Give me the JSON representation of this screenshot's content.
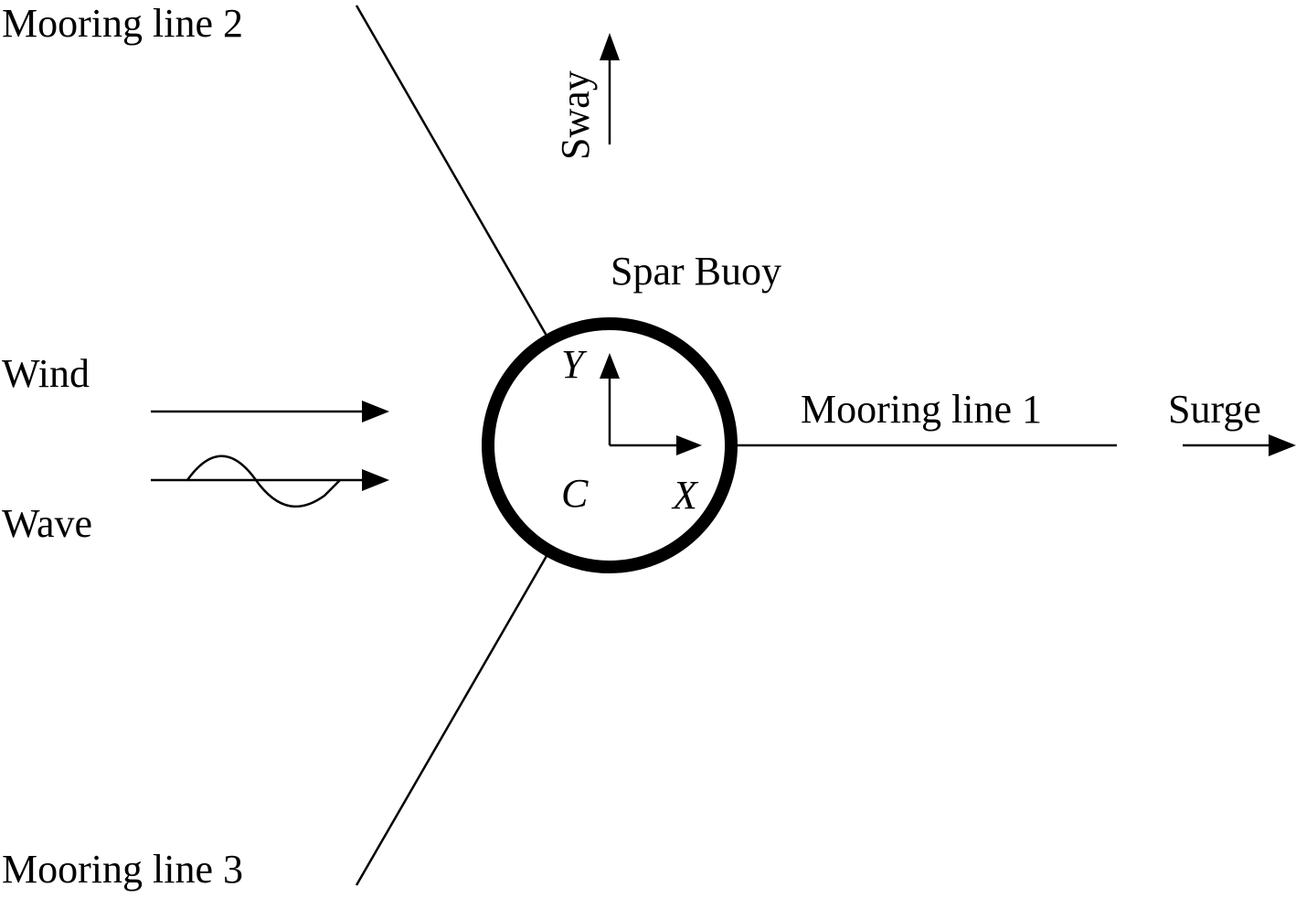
{
  "labels": {
    "mooring_line_1": "Mooring line 1",
    "mooring_line_2": "Mooring line 2",
    "mooring_line_3": "Mooring line 3",
    "spar_buoy": "Spar Buoy",
    "wind": "Wind",
    "wave": "Wave",
    "sway": "Sway",
    "surge": "Surge",
    "axis_x": "X",
    "axis_y": "Y",
    "center": "C"
  },
  "colors": {
    "ink": "#000000",
    "background": "#ffffff"
  }
}
